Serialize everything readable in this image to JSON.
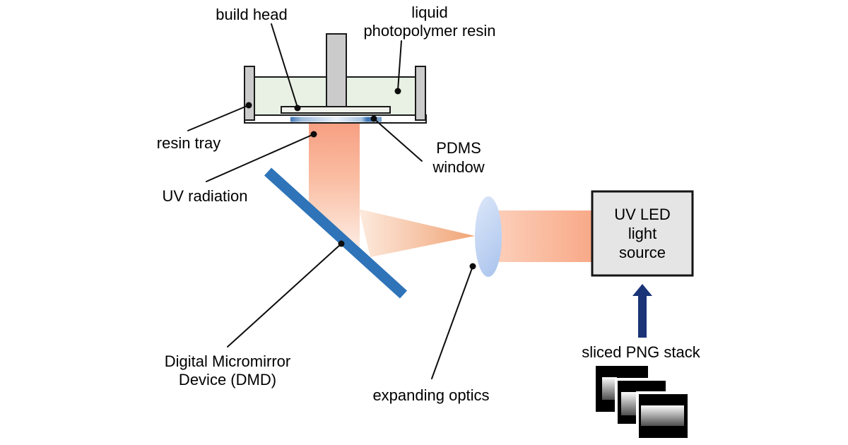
{
  "labels": {
    "build_head": "build head",
    "liquid_resin": [
      "liquid",
      "photopolymer resin"
    ],
    "resin_tray": "resin tray",
    "uv_radiation": "UV radiation",
    "pdms_window": [
      "PDMS",
      "window"
    ],
    "dmd": [
      "Digital Micromirror",
      "Device (DMD)"
    ],
    "expanding_optics": "expanding optics",
    "uv_led": [
      "UV LED",
      "light",
      "source"
    ],
    "sliced_png_stack": "sliced PNG stack"
  },
  "colors": {
    "uv_beam_strong": "#f79e81",
    "uv_beam_light": "#fdebe2",
    "mirror_blue": "#2f74b8",
    "lens_blue": "#b9cff0",
    "resin_green": "#e8f1e4",
    "pdms_blue": "#3e76b4",
    "metal_gray": "#cbcbcb",
    "box_gray": "#e5e5e5",
    "arrow_navy": "#1a3477",
    "outline_black": "#1a1a1a"
  }
}
